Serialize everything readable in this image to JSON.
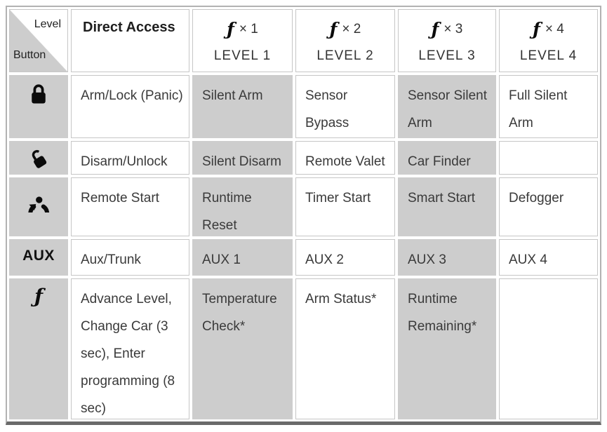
{
  "colors": {
    "shaded_cell": "#cdcdcd",
    "grid_line": "#c6c6c6",
    "outer_border": "#b2b2b2",
    "bottom_border": "#6a6a6a",
    "text": "#3a3a3a"
  },
  "corner": {
    "top_label": "Level",
    "bottom_label": "Button"
  },
  "header": {
    "direct_access": "Direct Access",
    "fn_symbol": "ƒ",
    "levels": [
      {
        "presses": "× 1",
        "label": "LEVEL 1"
      },
      {
        "presses": "× 2",
        "label": "LEVEL 2"
      },
      {
        "presses": "× 3",
        "label": "LEVEL 3"
      },
      {
        "presses": "× 4",
        "label": "LEVEL 4"
      }
    ]
  },
  "rows": [
    {
      "button_icon": "lock-icon",
      "direct_access": "Arm/Lock (Panic)",
      "level1": "Silent Arm",
      "level2": "Sensor Bypass",
      "level3": "Sensor Silent Arm",
      "level4": "Full Silent Arm"
    },
    {
      "button_icon": "unlock-icon",
      "direct_access": "Disarm/Unlock",
      "level1": "Silent Disarm",
      "level2": "Remote Valet",
      "level3": "Car Finder",
      "level4": ""
    },
    {
      "button_icon": "remote-start-icon",
      "direct_access": "Remote Start",
      "level1": "Runtime Reset",
      "level2": "Timer Start",
      "level3": "Smart Start",
      "level4": "Defogger"
    },
    {
      "button_label": "AUX",
      "direct_access": "Aux/Trunk",
      "level1": "AUX 1",
      "level2": "AUX 2",
      "level3": "AUX 3",
      "level4": "AUX 4"
    },
    {
      "button_label": "ƒ",
      "direct_access": "Advance Level, Change Car (3 sec), Enter programming (8 sec)",
      "level1": "Temperature Check*",
      "level2": "Arm Status*",
      "level3": "Runtime Remaining*",
      "level4": ""
    }
  ]
}
